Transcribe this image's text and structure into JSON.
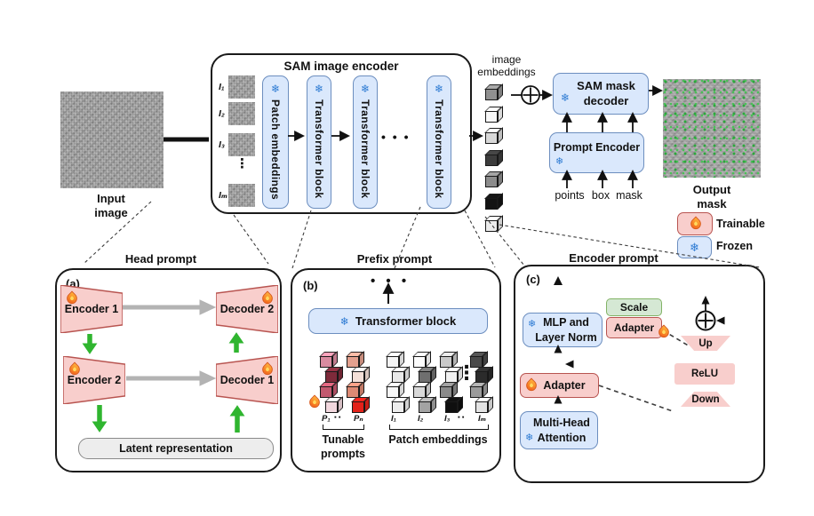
{
  "colors": {
    "blue_fill": "#dae8fc",
    "blue_border": "#6c8ebf",
    "pink_fill": "#f8cecc",
    "pink_border": "#b85450",
    "green_fill": "#d5e8d4",
    "green_border": "#82b366",
    "green_arrow": "#2fb52f",
    "gray_arrow": "#b3b3b3",
    "snowflake_blue": "#2e7bd3",
    "flame_orange": "#f79428"
  },
  "top": {
    "input_image_label": "Input image",
    "encoder": {
      "title": "SAM image encoder",
      "patch_labels": [
        "I₁",
        "I₂",
        "I₃",
        "Iₘ"
      ],
      "vdots": "⋮",
      "patch_embeddings_label": "Patch embeddings",
      "transformer_label": "Transformer block",
      "hdots": "• • •"
    },
    "image_embeddings_label": "image embeddings",
    "embedding_cubes": [
      "#909090",
      "#f7f7f7",
      "#d8d8d8",
      "#3c3c3c",
      "#8c8c8c",
      "#131313",
      "#ebebeb"
    ],
    "sam_mask_decoder_label": "SAM mask decoder",
    "prompt_encoder_label": "Prompt Encoder",
    "prompt_inputs": [
      "points",
      "box",
      "mask"
    ],
    "output_mask_label": "Output mask"
  },
  "legend": {
    "trainable": "Trainable",
    "frozen": "Frozen"
  },
  "panel_a": {
    "tag": "(a)",
    "title": "Head prompt",
    "encoder1": "Encoder 1",
    "encoder2": "Encoder 2",
    "decoder1": "Decoder 1",
    "decoder2": "Decoder 2",
    "latent": "Latent representation"
  },
  "panel_b": {
    "tag": "(b)",
    "title": "Prefix prompt",
    "dots": "• • •",
    "transformer_label": "Transformer block",
    "prompt_cols": [
      [
        "#d98ba0",
        "#7e2a3a",
        "#c2596f",
        "#f2d8de"
      ],
      [
        "#e3a08e",
        "#f4e0d8",
        "#dd8a74",
        "#e32119"
      ]
    ],
    "patch_cols": [
      [
        "#f4f4f4",
        "#e9e9e9",
        "#f6f6f6",
        "#ededed"
      ],
      [
        "#fdfdfd",
        "#6f6f6f",
        "#d9d9d9",
        "#a3a3a3"
      ],
      [
        "#c9c9c9",
        "#f1f1f1",
        "#8a8a8a",
        "#0f0f0f"
      ],
      [
        "#4a4a4a",
        "#2b2b2b",
        "#9b9b9b",
        "#e3e3e3"
      ]
    ],
    "p_first": "P₁",
    "p_dots": "▪ ▪",
    "p_last": "Pₙ",
    "i_labels": [
      "I₁",
      "I₂",
      "I₃",
      "▪ ▪",
      "Iₘ"
    ],
    "vdots": "⋮",
    "tunable_label": "Tunable prompts",
    "patch_label": "Patch embeddings"
  },
  "panel_c": {
    "tag": "(c)",
    "title": "Encoder prompt",
    "mlp_label": "MLP and Layer Norm",
    "scale_label": "Scale",
    "adapter_label": "Adapter",
    "adapter_detail_label": "Adapter",
    "mha_label": "Multi-Head Attention",
    "up_label": "Up",
    "relu_label": "ReLU",
    "down_label": "Down"
  }
}
